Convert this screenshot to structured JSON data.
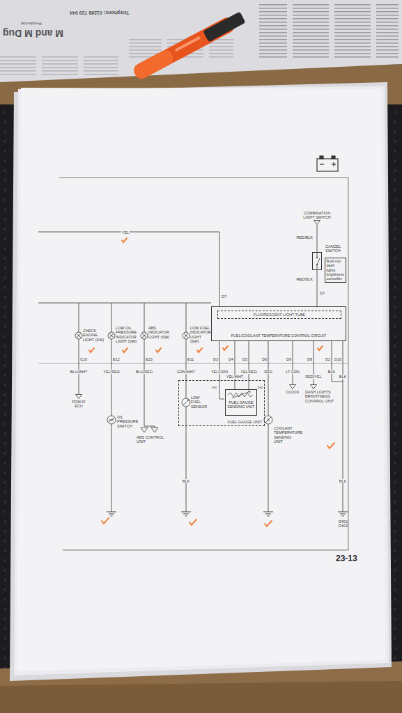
{
  "diagram": {
    "nodes": [
      {
        "text": [
          "COMBINATION LIGHT SWITCH"
        ]
      },
      {
        "text": [
          "CANCEL SWITCH"
        ]
      },
      {
        "text": [
          "Built into dash lights brightness controller"
        ]
      },
      {
        "text": [
          "FUEL/COOLANT TEMPERATURE CONTROL CIRCUIT"
        ]
      },
      {
        "text": [
          "FLUORESCENT LIGHT TUBE"
        ],
        "in": 3
      },
      {
        "text": [
          "PGM-FI ECU"
        ]
      },
      {
        "text": [
          "FUEL GAUGE UNIT"
        ]
      },
      {
        "text": [
          "FUEL GAUGE SENDING UNIT"
        ],
        "in": 6
      },
      {
        "text": [
          "CLOCK"
        ]
      },
      {
        "text": [
          "DASH LIGHTS BRIGHTNESS CONTROL UNIT"
        ]
      }
    ],
    "edges": [
      {
        "from": 0,
        "to": 1,
        "arrow": "none",
        "label": "RED/BLK"
      },
      {
        "from": 1,
        "to": 3,
        "arrow": "none",
        "label": "RED/BLK"
      },
      {
        "from": 3,
        "to": 6,
        "arrow": "none",
        "label": "YEL/GRN"
      },
      {
        "from": 3,
        "to": 7,
        "arrow": "none",
        "label": "YEL/WHT"
      },
      {
        "from": 3,
        "to": 7,
        "arrow": "none",
        "label": "YEL/RED"
      },
      {
        "from": 3,
        "to": 8,
        "arrow": "none",
        "label": "LT GRN"
      },
      {
        "from": 3,
        "to": 9,
        "arrow": "none",
        "label": "RED/YEL"
      }
    ],
    "labels": [
      "Telephone: 01268 729 044",
      "M and M Dug",
      "Residential",
      "YEL",
      "D7",
      "D7",
      "CHECK ENGINE LIGHT (SW)",
      "LOW OIL PRESSURE INDICATOR LIGHT (SW)",
      "ABS INDICATOR LIGHT (SW)",
      "LOW FUEL INDICATOR LIGHT (SW)",
      "C10",
      "E12",
      "E23",
      "E11",
      "D3",
      "D4",
      "D5",
      "D6",
      "D9",
      "D8",
      "D2",
      "D10",
      "BLU/WHT",
      "YEL/RED",
      "BLU/RED",
      "GRN/WHT",
      "RED",
      "BLK",
      "BLK",
      "OIL PRESSURE SWITCH",
      "ABS CONTROL UNIT",
      "LOW FUEL SENSOR",
      "(+)",
      "(+)",
      "COOLANT TEMPERATURE SENDING UNIT",
      "BLK",
      "BLK",
      "G401 G402",
      "23-13"
    ]
  }
}
